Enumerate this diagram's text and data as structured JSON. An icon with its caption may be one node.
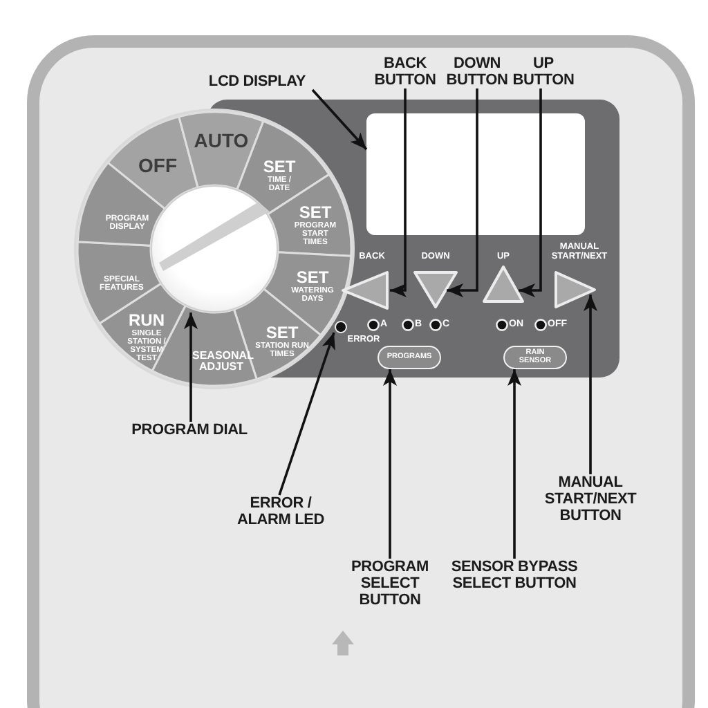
{
  "diagram": {
    "nodes": [
      {
        "text": [
          "LCD DISPLAY"
        ]
      },
      {
        "text": [
          "BACK BUTTON"
        ]
      },
      {
        "text": [
          "DOWN BUTTON"
        ]
      },
      {
        "text": [
          "UP BUTTON"
        ]
      },
      {
        "text": [
          "PROGRAM DIAL"
        ]
      },
      {
        "text": [
          "ERROR / ALARM LED"
        ]
      },
      {
        "text": [
          "PROGRAM SELECT BUTTON"
        ]
      },
      {
        "text": [
          "SENSOR BYPASS SELECT BUTTON"
        ]
      },
      {
        "text": [
          "MANUAL START/NEXT BUTTON"
        ]
      },
      {
        "text": [],
        "shape": "box"
      },
      {
        "text": [],
        "shape": "triangle"
      },
      {
        "text": [],
        "shape": "triangle"
      },
      {
        "text": [],
        "shape": "triangle"
      },
      {
        "text": [],
        "shape": "triangle"
      },
      {
        "text": [],
        "shape": "circle"
      },
      {
        "text": [],
        "shape": "circle"
      },
      {
        "text": [
          "PROGRAMS"
        ]
      },
      {
        "text": [
          "RAIN SENSOR"
        ]
      },
      {
        "text": [
          "OFF"
        ]
      },
      {
        "text": [
          "AUTO"
        ]
      },
      {
        "text": [
          "SET",
          "TIME / DATE"
        ]
      },
      {
        "text": [
          "SET",
          "PROGRAM START TIMES"
        ]
      },
      {
        "text": [
          "SET",
          "WATERING DAYS"
        ]
      },
      {
        "text": [
          "SET",
          "STATION RUN TIMES"
        ]
      },
      {
        "text": [
          "SEASONAL ADJUST"
        ]
      },
      {
        "text": [
          "RUN",
          "SINGLE STATION / SYSTEM TEST"
        ]
      },
      {
        "text": [
          "SPECIAL FEATURES"
        ]
      },
      {
        "text": [
          "PROGRAM DISPLAY"
        ]
      }
    ],
    "edges": [
      {
        "from": 0,
        "to": 9,
        "arrow": "to"
      },
      {
        "from": 1,
        "to": 10,
        "arrow": "to"
      },
      {
        "from": 2,
        "to": 11,
        "arrow": "to"
      },
      {
        "from": 3,
        "to": 12,
        "arrow": "to"
      },
      {
        "from": 4,
        "to": 14,
        "arrow": "to"
      },
      {
        "from": 5,
        "to": 15,
        "arrow": "to"
      },
      {
        "from": 6,
        "to": 16,
        "arrow": "to"
      },
      {
        "from": 7,
        "to": 17,
        "arrow": "to"
      },
      {
        "from": 8,
        "to": 13,
        "arrow": "to"
      }
    ],
    "labels": [
      "BACK",
      "DOWN",
      "UP",
      "MANUAL START/NEXT",
      "ERROR",
      "A",
      "B",
      "C",
      "ON",
      "OFF"
    ]
  }
}
